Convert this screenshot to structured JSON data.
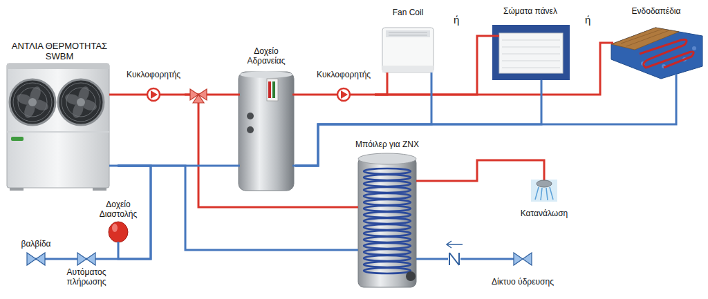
{
  "diagram": {
    "nodes": [
      {
        "text": [
          "ΑΝΤΛΙΑ ΘΕΡΜΟΤΗΤΑΣ SWBM"
        ]
      },
      {
        "text": [
          "Κυκλοφορητής"
        ]
      },
      {
        "text": [
          "Δοχείο Αδρανείας"
        ]
      },
      {
        "text": [
          "Κυκλοφορητής"
        ]
      },
      {
        "text": [
          "Fan Coil"
        ]
      },
      {
        "text": [
          "Σώματα πάνελ"
        ]
      },
      {
        "text": [
          "Ενδοδαπέδια"
        ]
      },
      {
        "text": [
          "Μπόιλερ για ΖΝΧ"
        ]
      },
      {
        "text": [
          "Κατανάλωση"
        ]
      },
      {
        "text": [
          "Δοχείο Διαστολής"
        ]
      },
      {
        "text": [
          "βαλβίδα"
        ]
      },
      {
        "text": [
          "Αυτόματος πλήρωσης"
        ]
      },
      {
        "text": [
          "Δίκτυο ύδρευσης"
        ]
      }
    ],
    "edges": [
      {
        "from": 0,
        "to": 1,
        "arrow": "none"
      },
      {
        "from": 1,
        "to": 2,
        "arrow": "none"
      },
      {
        "from": 1,
        "to": 7,
        "arrow": "none"
      },
      {
        "from": 2,
        "to": 3,
        "arrow": "none"
      },
      {
        "from": 3,
        "to": 4,
        "arrow": "none"
      },
      {
        "from": 3,
        "to": 5,
        "arrow": "none"
      },
      {
        "from": 3,
        "to": 6,
        "arrow": "none"
      },
      {
        "from": 4,
        "to": 2,
        "arrow": "none"
      },
      {
        "from": 5,
        "to": 2,
        "arrow": "none"
      },
      {
        "from": 6,
        "to": 2,
        "arrow": "none"
      },
      {
        "from": 2,
        "to": 0,
        "arrow": "none"
      },
      {
        "from": 7,
        "to": 0,
        "arrow": "none"
      },
      {
        "from": 9,
        "to": 0,
        "arrow": "none"
      },
      {
        "from": 10,
        "to": 11,
        "arrow": "none"
      },
      {
        "from": 11,
        "to": 0,
        "arrow": "none"
      },
      {
        "from": 7,
        "to": 8,
        "arrow": "none"
      },
      {
        "from": 12,
        "to": 7,
        "arrow": "none"
      }
    ],
    "labels": [
      "ή",
      "ή"
    ]
  }
}
